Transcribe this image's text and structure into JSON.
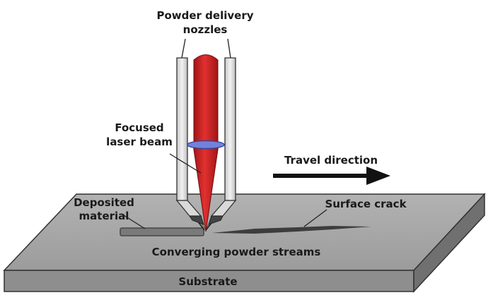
{
  "labels": {
    "nozzles_line1": "Powder delivery",
    "nozzles_line2": "nozzles",
    "laser_line1": "Focused",
    "laser_line2": "laser beam",
    "travel": "Travel direction",
    "deposited_line1": "Deposited",
    "deposited_line2": "material",
    "crack": "Surface crack",
    "streams": "Converging powder streams",
    "substrate": "Substrate"
  },
  "colors": {
    "substrate_top": "#a7a7a7",
    "substrate_front": "#8c8c8c",
    "substrate_side": "#6f6f6f",
    "laser": "#d42424",
    "laser_dark": "#9c1515",
    "lens": "#6f7fd8",
    "nozzle": "#e6e6e6",
    "arrow": "#111111"
  }
}
